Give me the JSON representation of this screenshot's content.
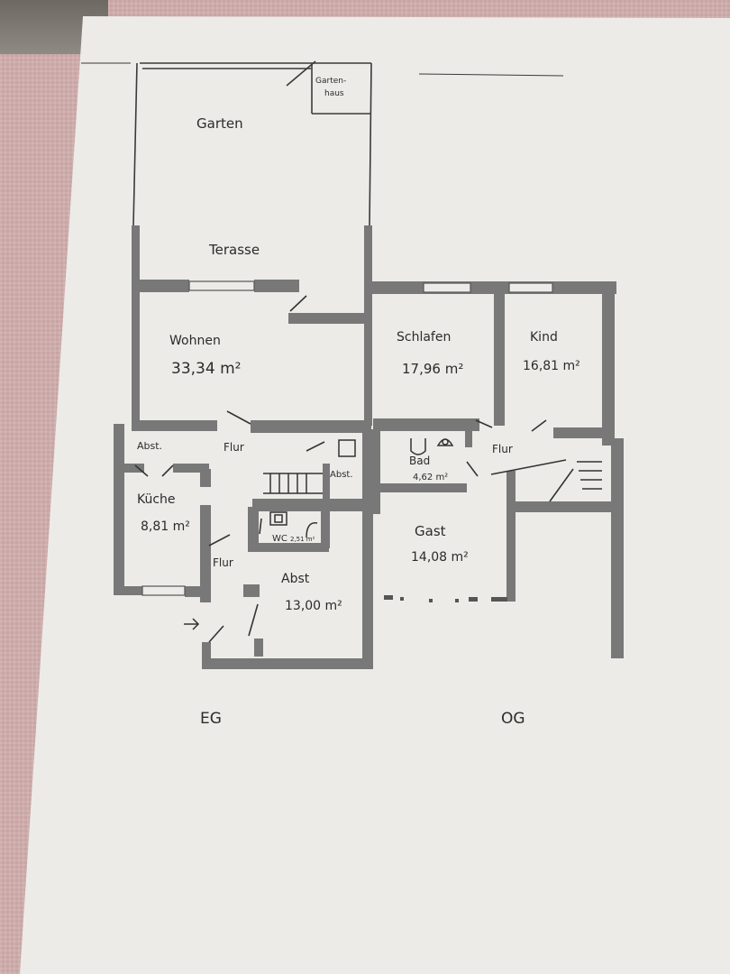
{
  "labels": {
    "gartenhaus_line1": "Garten-",
    "gartenhaus_line2": "haus",
    "garten": "Garten",
    "terrasse": "Terasse",
    "wohnen": "Wohnen",
    "wohnen_area": "33,34 m²",
    "abst_eg": "Abst.",
    "flur_eg_top": "Flur",
    "abst_eg_stairs": "Abst.",
    "kueche": "Küche",
    "kueche_area": "8,81 m²",
    "wc": "WC",
    "wc_area": "2,51 m²",
    "flur_eg_bottom": "Flur",
    "abst_big": "Abst",
    "abst_big_area": "13,00 m²",
    "schlafen": "Schlafen",
    "schlafen_area": "17,96 m²",
    "kind": "Kind",
    "kind_area": "16,81 m²",
    "bad": "Bad",
    "bad_area": "4,62 m²",
    "flur_og": "Flur",
    "gast": "Gast",
    "gast_area": "14,08 m²",
    "eg": "EG",
    "og": "OG"
  },
  "colors": {
    "paper": "#ecebe8",
    "wall": "#777777",
    "ink": "#2b2b2b",
    "mat": "#c8a5a4"
  }
}
